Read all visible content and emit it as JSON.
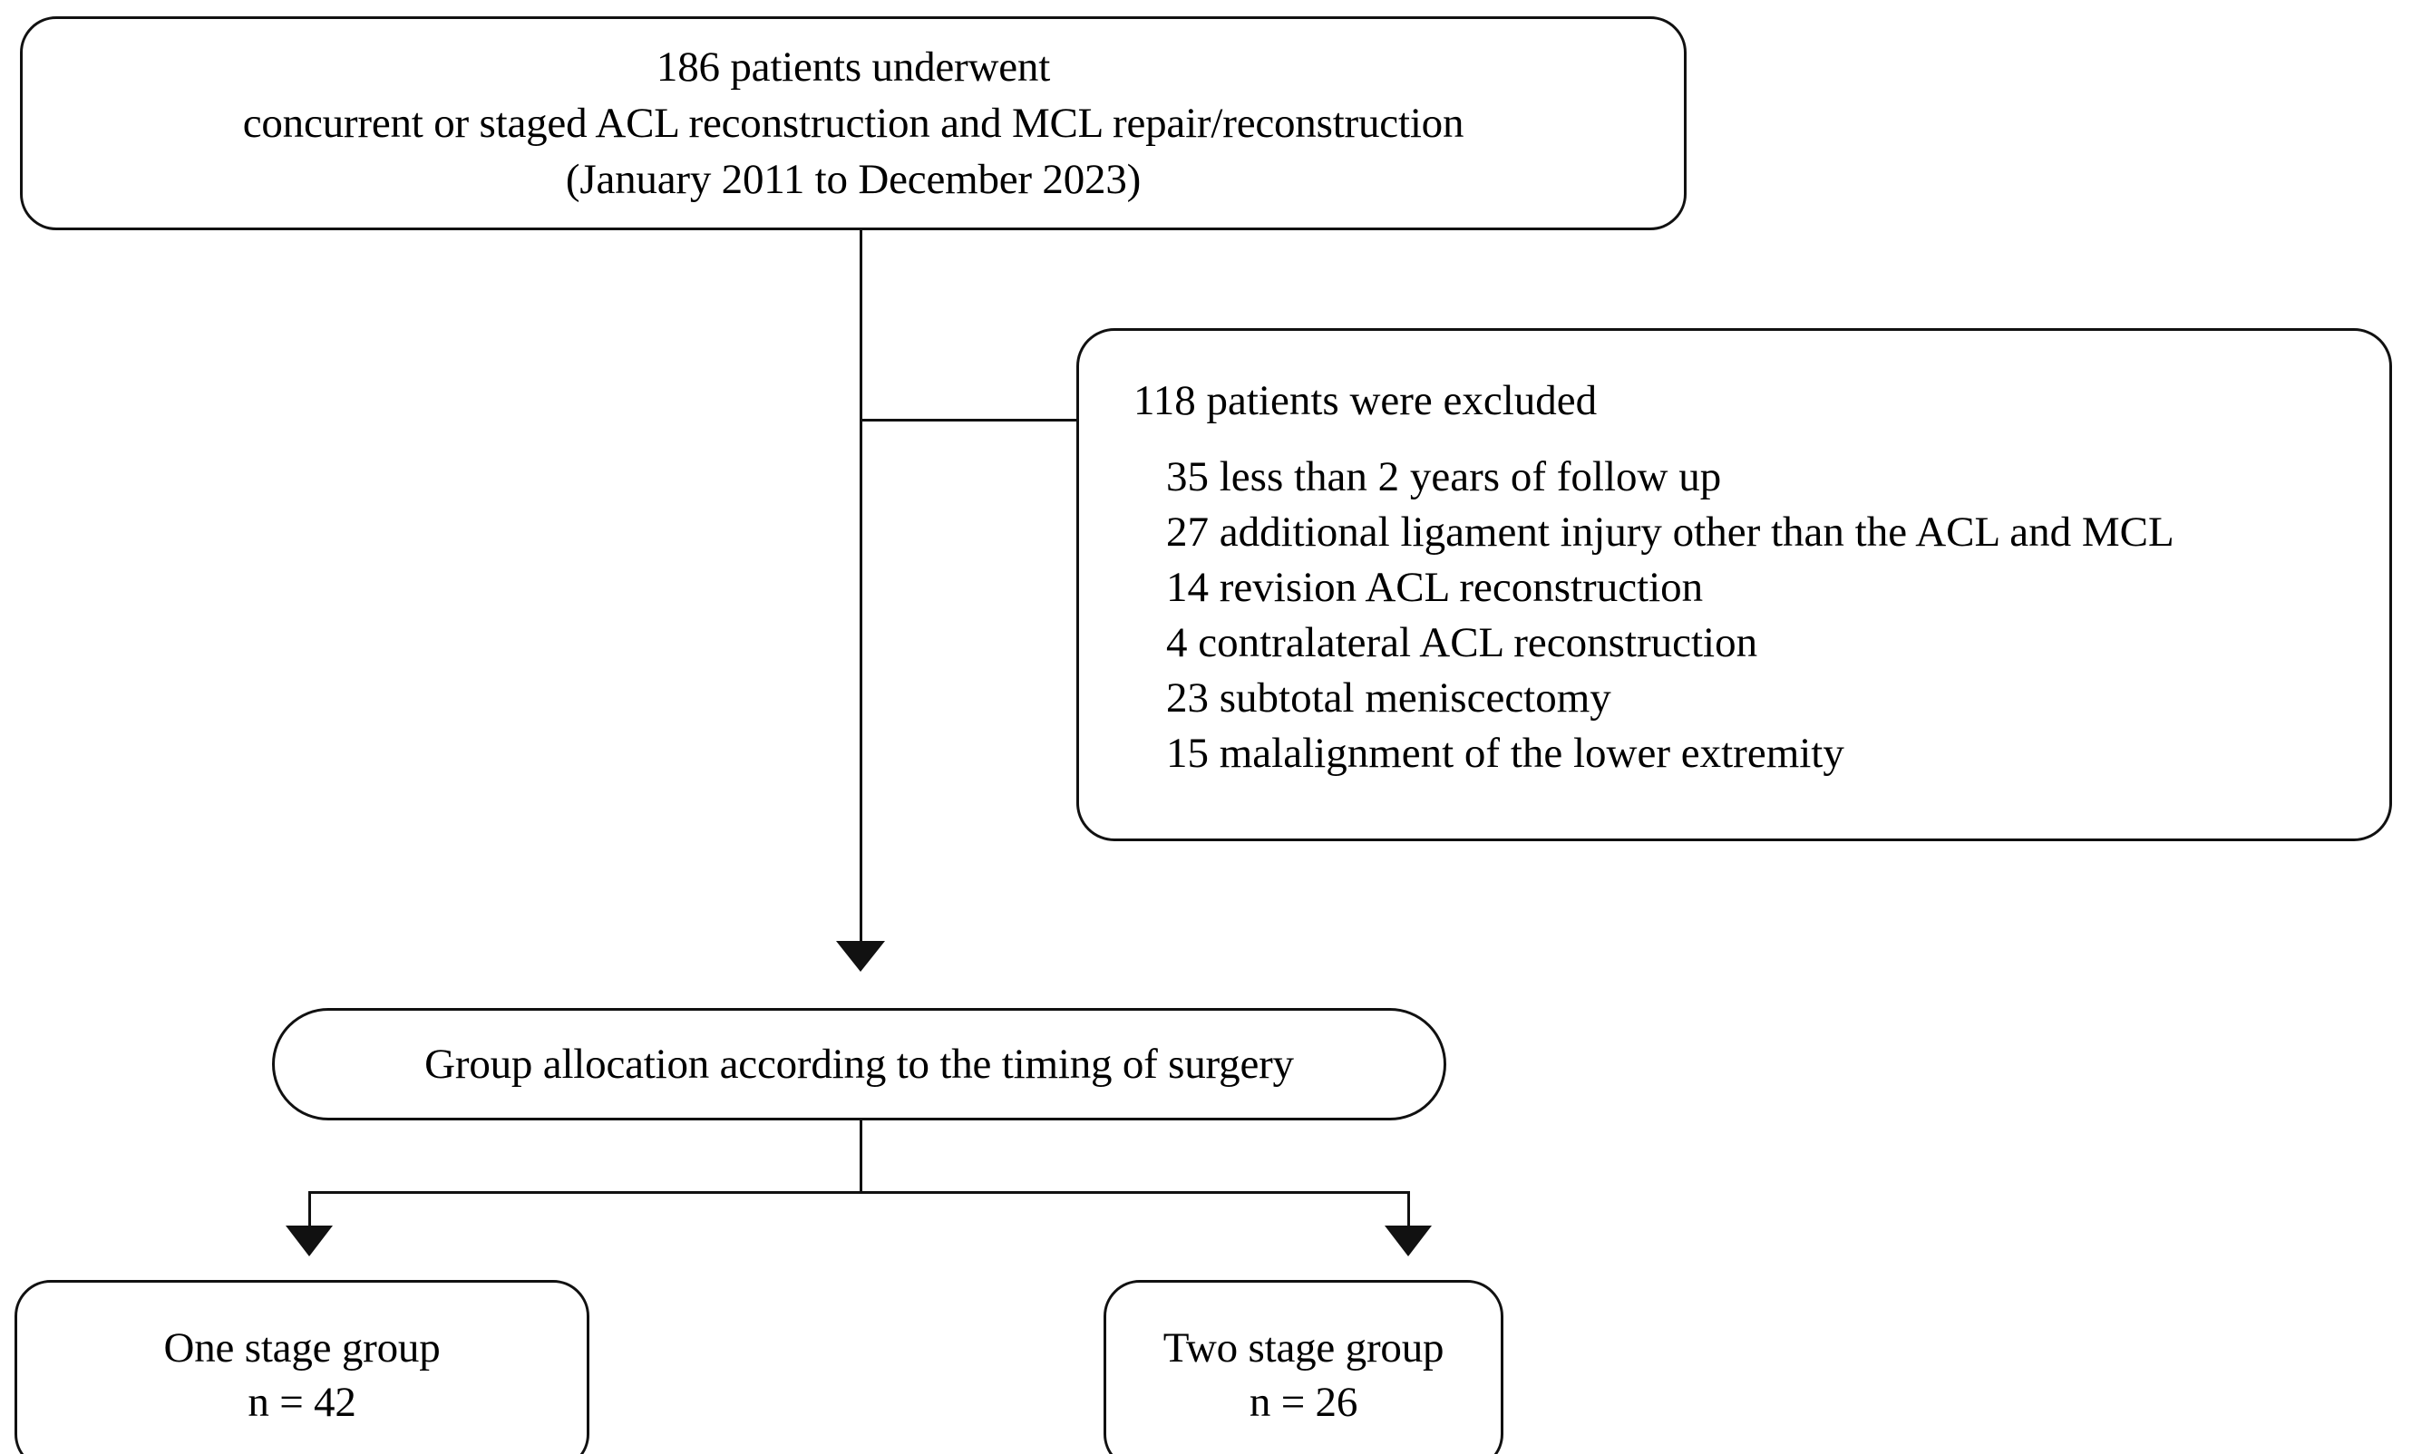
{
  "diagram": {
    "title": "Patient enrollment flow diagram",
    "accent_color": "#111111",
    "background_color": "#ffffff"
  },
  "enrolled_box": {
    "line1": "186 patients underwent",
    "line2": "concurrent or staged ACL reconstruction and MCL repair/reconstruction",
    "line3": "(January 2011 to December 2023)"
  },
  "excluded_box": {
    "heading": "118 patients were excluded",
    "reasons": [
      "35 less than 2 years of follow up",
      "27 additional ligament injury other than the ACL and MCL",
      "14 revision ACL reconstruction",
      "4 contralateral ACL reconstruction",
      "23 subtotal meniscectomy",
      "15 malalignment of the lower extremity"
    ]
  },
  "allocation_box": {
    "label": "Group allocation according to the timing of surgery"
  },
  "one_stage_box": {
    "label": "One stage group",
    "count": "n = 42"
  },
  "two_stage_box": {
    "label": "Two stage group",
    "count": "n = 26"
  }
}
